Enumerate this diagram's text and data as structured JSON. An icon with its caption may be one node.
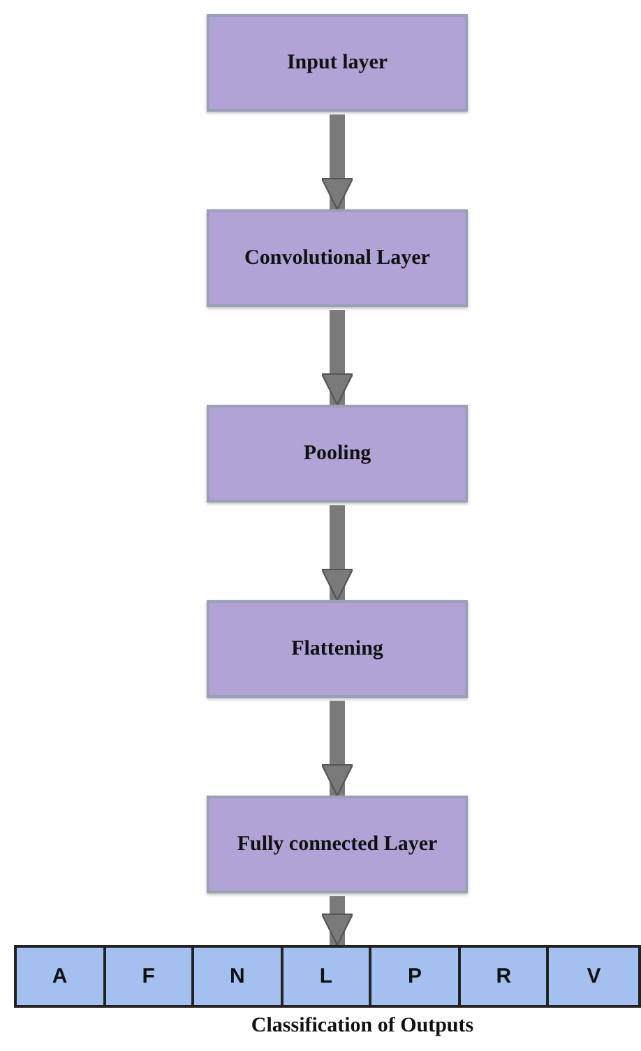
{
  "diagram": {
    "nodes": [
      {
        "text": [
          "Input layer"
        ]
      },
      {
        "text": [
          "Convolutional Layer"
        ]
      },
      {
        "text": [
          "Pooling"
        ]
      },
      {
        "text": [
          "Flattening"
        ]
      },
      {
        "text": [
          "Fully connected Layer"
        ]
      },
      {
        "text": [],
        "shape": "bar",
        "beside": [
          "Classification of Outputs"
        ]
      },
      {
        "text": [
          "A"
        ],
        "in": 5
      },
      {
        "text": [
          "F"
        ],
        "in": 5
      },
      {
        "text": [
          "N"
        ],
        "in": 5
      },
      {
        "text": [
          "L"
        ],
        "in": 5
      },
      {
        "text": [
          "P"
        ],
        "in": 5
      },
      {
        "text": [
          "R"
        ],
        "in": 5
      },
      {
        "text": [
          "V"
        ],
        "in": 5
      }
    ],
    "edges": [
      {
        "from": 0,
        "to": 1,
        "arrow": "to"
      },
      {
        "from": 1,
        "to": 2,
        "arrow": "to"
      },
      {
        "from": 2,
        "to": 3,
        "arrow": "to"
      },
      {
        "from": 3,
        "to": 4,
        "arrow": "to"
      },
      {
        "from": 4,
        "to": 5,
        "arrow": "to"
      }
    ]
  }
}
